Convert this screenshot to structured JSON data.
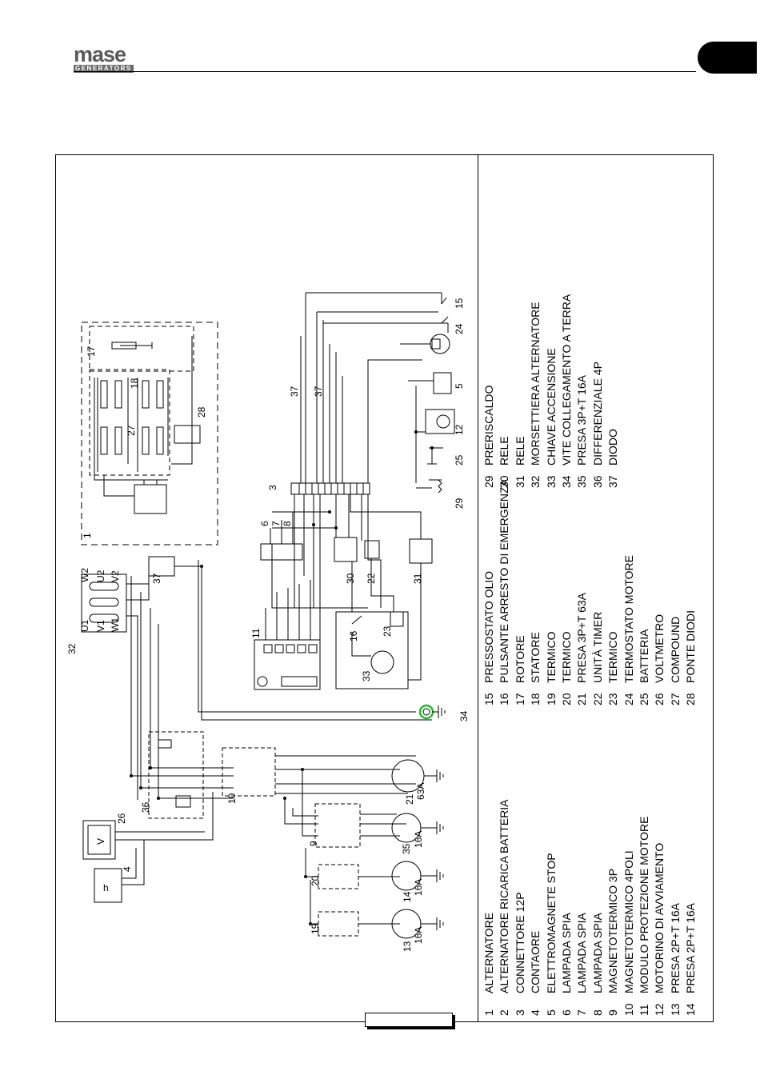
{
  "header": {
    "logo_word": "mase",
    "logo_sub": "GENERATORS"
  },
  "legend": [
    {
      "n": "1",
      "label": "ALTERNATORE"
    },
    {
      "n": "2",
      "label": "ALTERNATORE RICARICA BATTERIA"
    },
    {
      "n": "3",
      "label": "CONNETTORE 12P"
    },
    {
      "n": "4",
      "label": "CONTAORE"
    },
    {
      "n": "5",
      "label": "ELETTROMAGNETE STOP"
    },
    {
      "n": "6",
      "label": "LAMPADA SPIA"
    },
    {
      "n": "7",
      "label": "LAMPADA SPIA"
    },
    {
      "n": "8",
      "label": "LAMPADA SPIA"
    },
    {
      "n": "9",
      "label": "MAGNETOTERMICO 3P"
    },
    {
      "n": "10",
      "label": "MAGNETOTERMICO 4POLI"
    },
    {
      "n": "11",
      "label": "MODULO PROTEZIONE MOTORE"
    },
    {
      "n": "12",
      "label": "MOTORINO DI AVVIAMENTO"
    },
    {
      "n": "13",
      "label": "PRESA 2P+T 16A"
    },
    {
      "n": "14",
      "label": "PRESA 2P+T 16A"
    },
    {
      "n": "15",
      "label": "PRESSOSTATO OLIO"
    },
    {
      "n": "16",
      "label": "PULSANTE ARRESTO DI EMERGENZA"
    },
    {
      "n": "17",
      "label": "ROTORE"
    },
    {
      "n": "18",
      "label": "STATORE"
    },
    {
      "n": "19",
      "label": "TERMICO"
    },
    {
      "n": "20",
      "label": "TERMICO"
    },
    {
      "n": "21",
      "label": "PRESA 3P+T 63A"
    },
    {
      "n": "22",
      "label": "UNITÀ TIMER"
    },
    {
      "n": "23",
      "label": "TERMICO"
    },
    {
      "n": "24",
      "label": "TERMOSTATO MOTORE"
    },
    {
      "n": "25",
      "label": "BATTERIA"
    },
    {
      "n": "26",
      "label": "VOLTMETRO"
    },
    {
      "n": "27",
      "label": "COMPOUND"
    },
    {
      "n": "28",
      "label": "PONTE DIODI"
    },
    {
      "n": "29",
      "label": "PRERISCALDO"
    },
    {
      "n": "30",
      "label": "RELE"
    },
    {
      "n": "31",
      "label": "RELE"
    },
    {
      "n": "32",
      "label": "MORSETTIERA ALTERNATORE"
    },
    {
      "n": "33",
      "label": "CHIAVE ACCENSIONE"
    },
    {
      "n": "34",
      "label": "VITE COLLEGAMENTO A TERRA"
    },
    {
      "n": "35",
      "label": "PRESA 3P+T 16A"
    },
    {
      "n": "36",
      "label": "DIFFERENZIALE 4P"
    },
    {
      "n": "37",
      "label": "DIODO"
    }
  ],
  "diagram": {
    "callouts": [
      "1",
      "3",
      "4",
      "5",
      "6",
      "7",
      "8",
      "9",
      "10",
      "11",
      "12",
      "13",
      "14",
      "15",
      "16",
      "17",
      "18",
      "19",
      "20",
      "21",
      "22",
      "23",
      "24",
      "25",
      "26",
      "27",
      "28",
      "29",
      "30",
      "31",
      "32",
      "33",
      "34",
      "35",
      "36",
      "37"
    ],
    "terminal_labels": [
      "U1",
      "V1",
      "W1",
      "U2",
      "V2",
      "W2"
    ],
    "socket_ratings": [
      "16A",
      "16A",
      "16A",
      "63A"
    ],
    "meter_glyphs": {
      "hour": "h",
      "volt": "V"
    },
    "highlight_color": "#19c21f"
  }
}
